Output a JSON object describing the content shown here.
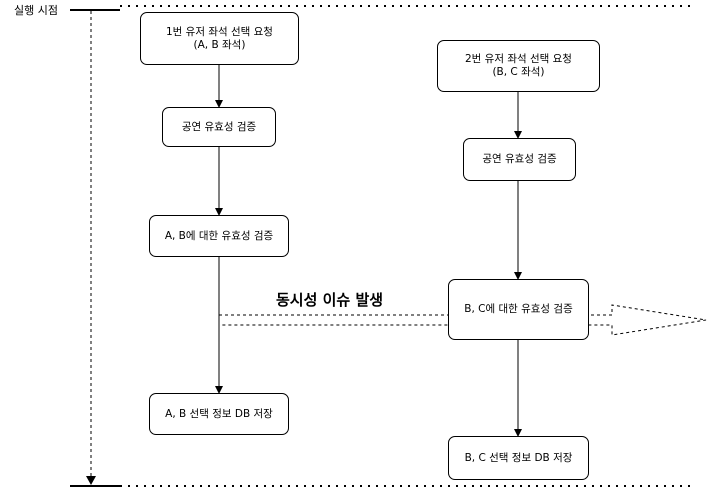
{
  "axis": {
    "label": "실행 시점"
  },
  "issue": {
    "label": "동시성 이슈 발생"
  },
  "user1": {
    "request": {
      "line1": "1번 유저 좌석 선택 요청",
      "line2": "(A, B 좌석)"
    },
    "validate_show": "공연 유효성 검증",
    "validate_seats": "A, B에 대한 유효성 검증",
    "save": "A, B 선택 정보 DB 저장"
  },
  "user2": {
    "request": {
      "line1": "2번 유저 좌석 선택 요청",
      "line2": "(B, C 좌석)"
    },
    "validate_show": "공연 유효성 검증",
    "validate_seats": "B, C에 대한 유효성 검증",
    "save": "B, C 선택 정보 DB 저장"
  }
}
